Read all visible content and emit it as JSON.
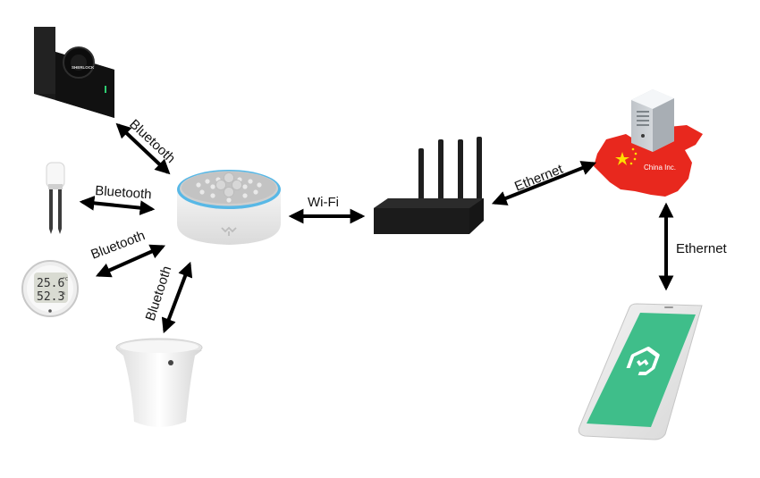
{
  "devices": {
    "smart_lock": {
      "brand_text": "SHERLOCK"
    },
    "thermometer": {
      "temp_digits": "25.6",
      "temp_unit": "°C",
      "humidity_digits": "52.3",
      "humidity_unit": "%"
    },
    "cloud": {
      "label": "China Inc."
    }
  },
  "connections": {
    "lock_hub": "Bluetooth",
    "sensor_hub": "Bluetooth",
    "thermo_hub": "Bluetooth",
    "pot_hub": "Bluetooth",
    "hub_router": "Wi-Fi",
    "router_cloud": "Ethernet",
    "cloud_phone": "Ethernet"
  },
  "colors": {
    "arrow": "#000000",
    "china_red": "#e8281e",
    "phone_screen": "#3fbe8a",
    "hub_ring": "#58b8e6"
  }
}
